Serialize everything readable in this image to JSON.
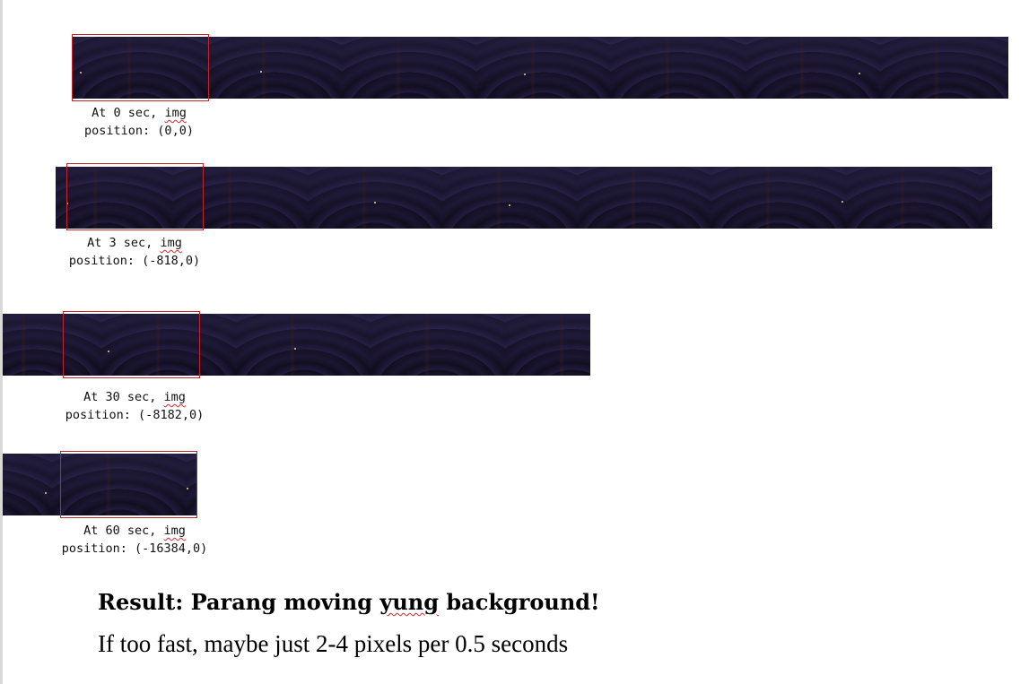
{
  "captions": [
    {
      "prefix": "At 0 sec, ",
      "word": "img",
      "position": "position: (0,0)"
    },
    {
      "prefix": "At 3 sec, ",
      "word": "img",
      "position": "position: (-818,0)"
    },
    {
      "prefix": "At 30 sec, ",
      "word": "img",
      "position": "position: (-8182,0)"
    },
    {
      "prefix": "At 60 sec, ",
      "word": "img",
      "position": "position: (-16384,0)"
    }
  ],
  "result": {
    "prefix": "Result: Parang moving ",
    "word": "yung",
    "suffix": " background!"
  },
  "note": "If too fast, maybe just 2-4 pixels per 0.5 seconds",
  "colors": {
    "frame": "#c0262a",
    "strip": "#17132a",
    "spellcheck": "#d22b2b"
  }
}
